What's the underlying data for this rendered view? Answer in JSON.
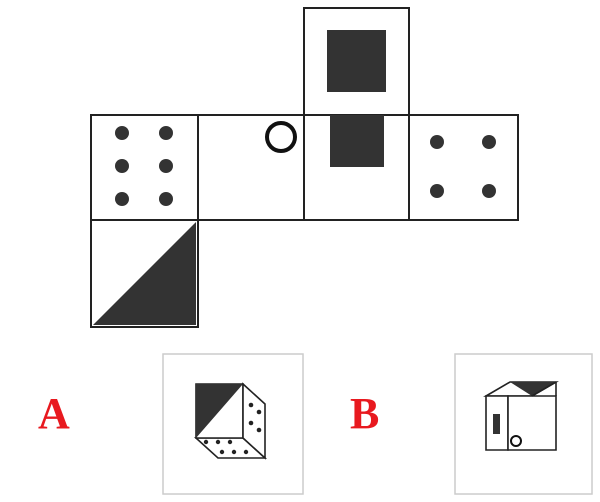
{
  "options": {
    "a": {
      "label": "A"
    },
    "b": {
      "label": "B"
    }
  },
  "colors": {
    "face_stroke": "#222222",
    "fill_dark": "#333333",
    "label_red": "#e8191f",
    "option_border": "#cccccc",
    "background": "#ffffff"
  },
  "net": {
    "faces": [
      {
        "id": "six-pips",
        "pips": 6
      },
      {
        "id": "small-circle",
        "symbol": "ring"
      },
      {
        "id": "square-center",
        "symbol": "filled-square-lower"
      },
      {
        "id": "square-top",
        "symbol": "filled-square"
      },
      {
        "id": "four-pips",
        "pips": 4
      },
      {
        "id": "diagonal-triangle",
        "symbol": "half-triangle"
      }
    ]
  }
}
